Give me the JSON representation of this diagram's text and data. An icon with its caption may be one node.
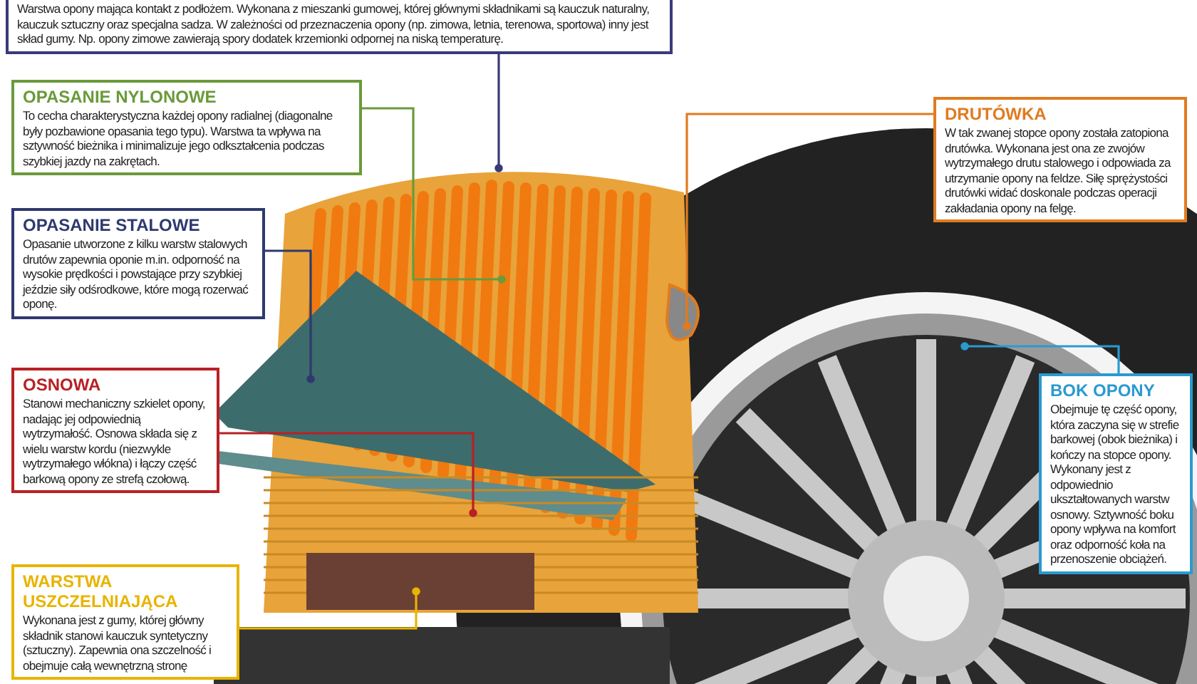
{
  "diagram": {
    "nodes": [
      {
        "text": [
          "Warstwa opony mająca kontakt z podłożem. Wykonana z mieszanki gumowej, której głównymi składnikami są kauczuk naturalny, kauczuk sztuczny oraz specjalna sadza. W zależności od przeznaczenia opony (np. zimowa, letnia, terenowa, sportowa) inny jest skład gumy. Np. opony zimowe zawierają spory dodatek krzemionki odpornej na niską temperaturę."
        ]
      },
      {
        "text": [
          "OPASANIE NYLONOWE",
          "To cecha charakterystyczna każdej opony radialnej (diagonalne były pozbawione opasania tego typu). Warstwa ta wpływa na sztywność bieżnika i minimalizuje jego odkształcenia podczas szybkiej jazdy na zakrętach."
        ]
      },
      {
        "text": [
          "OPASANIE STALOWE",
          "Opasanie utworzone z kilku warstw stalowych drutów zapewnia oponie m.in. odporność na wysokie prędkości i powstające przy szybkiej jeździe siły odśrodkowe, które mogą rozerwać oponę."
        ]
      },
      {
        "text": [
          "OSNOWA",
          "Stanowi mechaniczny szkielet opony, nadając jej odpowiednią wytrzymałość. Osnowa składa się z wielu warstw kordu (niezwykle wytrzymałego włókna) i łączy część barkową opony ze strefą czołową."
        ]
      },
      {
        "text": [
          "WARSTWA USZCZELNIAJĄCA",
          "Wykonana jest z gumy, której główny składnik stanowi kauczuk syntetyczny (sztuczny). Zapewnia ona szczelność i obejmuje całą wewnętrzną stronę"
        ]
      },
      {
        "text": [
          "DRUTÓWKA",
          "W tak zwanej stopce opony została zatopiona drutówka. Wykonana jest ona ze zwojów wytrzymałego drutu stalowego i odpowiada za utrzymanie opony na feldze. Siłę sprężystości drutówki widać doskonale podczas operacji zakładania opony na felgę."
        ]
      },
      {
        "text": [
          "BOK OPONY",
          "Obejmuje tę część opony, która zaczyna się w strefie barkowej (obok bieżnika) i kończy na stopce opony. Wykonany jest z odpowiednio ukształtowanych warstw osnowy. Sztywność boku opony wpływa na komfort oraz odporność koła na przenoszenie obciążeń."
        ]
      }
    ],
    "edges": [
      {
        "from": 0,
        "to": null,
        "arrow": "other",
        "color": "#3a3a7a"
      },
      {
        "from": 1,
        "to": null,
        "arrow": "other",
        "color": "#6a9a3a"
      },
      {
        "from": 2,
        "to": null,
        "arrow": "other",
        "color": "#2e3a6e"
      },
      {
        "from": 3,
        "to": null,
        "arrow": "other",
        "color": "#b82025"
      },
      {
        "from": 4,
        "to": null,
        "arrow": "other",
        "color": "#e8b400"
      },
      {
        "from": 5,
        "to": null,
        "arrow": "other",
        "color": "#e07b20"
      },
      {
        "from": 6,
        "to": null,
        "arrow": "other",
        "color": "#2a9ad0"
      }
    ]
  }
}
